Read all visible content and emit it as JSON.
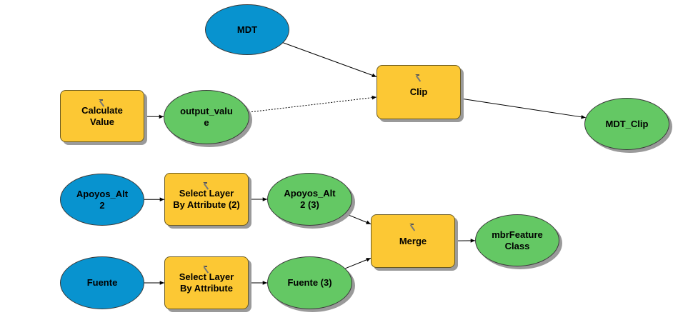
{
  "colors": {
    "input": "#0893cf",
    "derived": "#64c864",
    "tool": "#fcc834",
    "edge": "#000000"
  },
  "nodes": {
    "mdt": {
      "label": "MDT",
      "kind": "input"
    },
    "calculate_value": {
      "label": "Calculate\nValue",
      "kind": "tool"
    },
    "output_value": {
      "label": "output_valu\ne",
      "kind": "derived"
    },
    "clip": {
      "label": "Clip",
      "kind": "tool"
    },
    "mdt_clip": {
      "label": "MDT_Clip",
      "kind": "derived"
    },
    "apoyos_alt2": {
      "label": "Apoyos_Alt\n2",
      "kind": "input"
    },
    "select_layer_2": {
      "label": "Select Layer\nBy Attribute (2)",
      "kind": "tool"
    },
    "apoyos_alt2_3": {
      "label": "Apoyos_Alt\n2 (3)",
      "kind": "derived"
    },
    "merge": {
      "label": "Merge",
      "kind": "tool"
    },
    "mbr_feature_class": {
      "label": "mbrFeature\nClass",
      "kind": "derived"
    },
    "fuente": {
      "label": "Fuente",
      "kind": "input"
    },
    "select_layer": {
      "label": "Select Layer\nBy Attribute",
      "kind": "tool"
    },
    "fuente_3": {
      "label": "Fuente (3)",
      "kind": "derived"
    }
  },
  "edges": [
    {
      "from": "mdt",
      "to": "clip",
      "style": "solid"
    },
    {
      "from": "calculate_value",
      "to": "output_value",
      "style": "solid"
    },
    {
      "from": "output_value",
      "to": "clip",
      "style": "dotted"
    },
    {
      "from": "clip",
      "to": "mdt_clip",
      "style": "solid"
    },
    {
      "from": "apoyos_alt2",
      "to": "select_layer_2",
      "style": "solid"
    },
    {
      "from": "select_layer_2",
      "to": "apoyos_alt2_3",
      "style": "solid"
    },
    {
      "from": "apoyos_alt2_3",
      "to": "merge",
      "style": "solid"
    },
    {
      "from": "merge",
      "to": "mbr_feature_class",
      "style": "solid"
    },
    {
      "from": "fuente",
      "to": "select_layer",
      "style": "solid"
    },
    {
      "from": "select_layer",
      "to": "fuente_3",
      "style": "solid"
    },
    {
      "from": "fuente_3",
      "to": "merge",
      "style": "solid"
    }
  ],
  "icons": {
    "tool_icon": "hammer-icon"
  }
}
